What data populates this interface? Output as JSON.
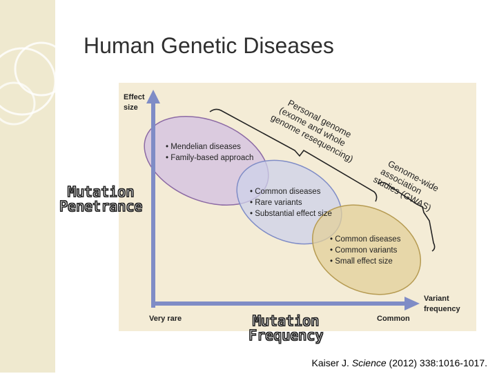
{
  "slide": {
    "title": "Human Genetic Diseases",
    "overlay_y_label": [
      "Mutation",
      "Penetrance"
    ],
    "overlay_x_label": [
      "Mutation",
      "Frequency"
    ],
    "citation": {
      "author": "Kaiser J.",
      "journal": "Science",
      "details": "(2012) 338:1016-1017."
    }
  },
  "figure": {
    "y_axis_label": [
      "Effect",
      "size"
    ],
    "x_axis_label": [
      "Variant",
      "frequency"
    ],
    "x_tick_left": "Very rare",
    "x_tick_right": "Common",
    "ellipses": [
      {
        "id": "mendelian",
        "color": "#d6c6e0",
        "stroke": "#8c6aa4",
        "bullets": [
          "• Mendelian diseases",
          "• Family-based approach"
        ]
      },
      {
        "id": "rare",
        "color": "#cdd2ea",
        "stroke": "#7f8cc6",
        "bullets": [
          "• Common diseases",
          "• Rare variants",
          "• Substantial effect size"
        ]
      },
      {
        "id": "common",
        "color": "#e3d09a",
        "stroke": "#b69b52",
        "bullets": [
          "• Common diseases",
          "• Common variants",
          "• Small effect size"
        ]
      }
    ],
    "brace_labels": {
      "personal_genome": [
        "Personal genome",
        "(exome and whole",
        "genome resequencing)"
      ],
      "gwas": [
        "Genome-wide",
        "association",
        "studies (GWAS)"
      ]
    }
  },
  "colors": {
    "axis": "#7f8cc6",
    "figure_bg": "#f4ecd6",
    "left_strip": "#efe9cf"
  }
}
